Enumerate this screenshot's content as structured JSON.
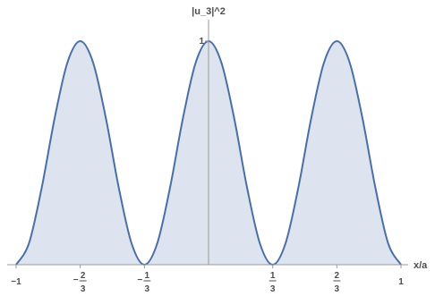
{
  "chart_data": {
    "type": "area",
    "title": "",
    "xlabel": "x/a",
    "ylabel": "|u_3|^2",
    "xlim": [
      -1,
      1
    ],
    "ylim": [
      0,
      1
    ],
    "x_ticks": [
      {
        "value": -1,
        "label": "−1",
        "kind": "int"
      },
      {
        "value": -0.6667,
        "num": "2",
        "den": "3",
        "sign": "−",
        "kind": "frac"
      },
      {
        "value": -0.3333,
        "num": "1",
        "den": "3",
        "sign": "−",
        "kind": "frac"
      },
      {
        "value": 0.3333,
        "num": "1",
        "den": "3",
        "sign": "",
        "kind": "frac"
      },
      {
        "value": 0.6667,
        "num": "2",
        "den": "3",
        "sign": "",
        "kind": "frac"
      },
      {
        "value": 1,
        "label": "1",
        "kind": "int"
      }
    ],
    "y_ticks": [
      {
        "value": 1,
        "label": "1"
      }
    ],
    "series": [
      {
        "color": "#4a6fa5",
        "fill": "#dde3ef",
        "x": [
          -1.0,
          -0.9333,
          -0.8667,
          -0.8,
          -0.7333,
          -0.6667,
          -0.6,
          -0.5333,
          -0.4667,
          -0.4,
          -0.3333,
          -0.2667,
          -0.2,
          -0.1333,
          -0.0667,
          0.0,
          0.0667,
          0.1333,
          0.2,
          0.2667,
          0.3333,
          0.4,
          0.4667,
          0.5333,
          0.6,
          0.6667,
          0.7333,
          0.8,
          0.8667,
          0.9333,
          1.0
        ],
        "y": [
          0.0,
          0.0955,
          0.3455,
          0.6545,
          0.9045,
          1.0,
          0.9045,
          0.6545,
          0.3455,
          0.0955,
          0.0,
          0.0955,
          0.3455,
          0.6545,
          0.9045,
          1.0,
          0.9045,
          0.6545,
          0.3455,
          0.0955,
          0.0,
          0.0955,
          0.3455,
          0.6545,
          0.9045,
          1.0,
          0.9045,
          0.6545,
          0.3455,
          0.0955,
          0.0
        ]
      }
    ]
  }
}
